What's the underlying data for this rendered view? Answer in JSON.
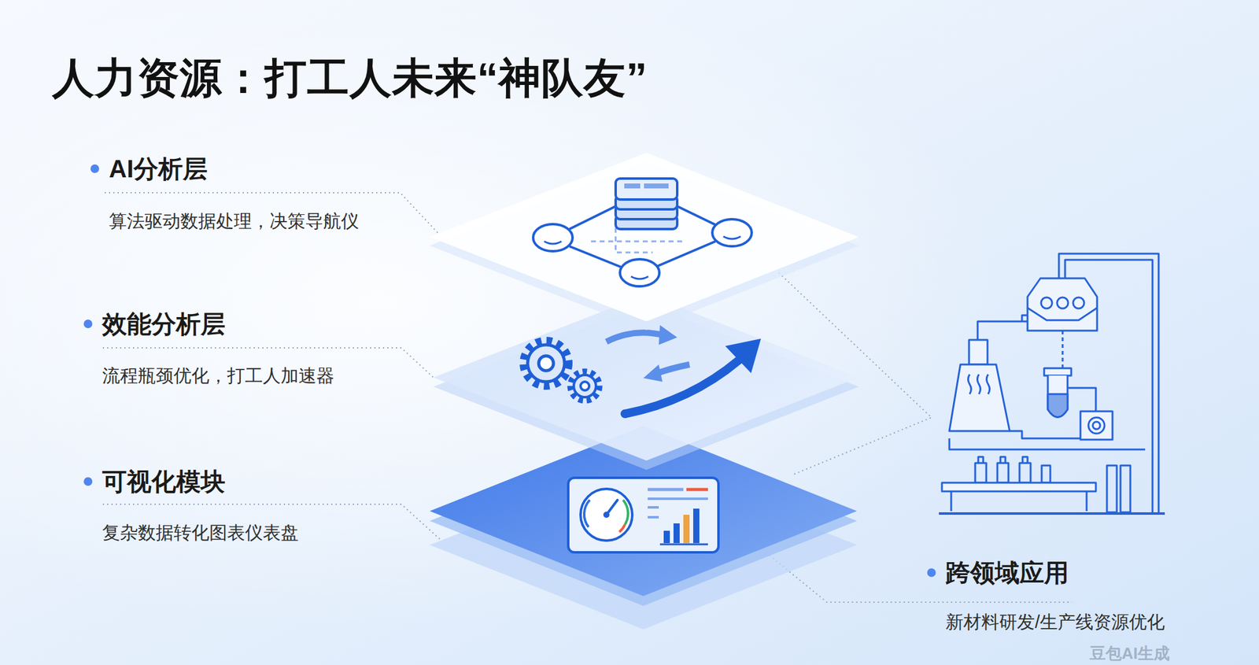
{
  "diagram": {
    "title": "人力资源：打工人未来“神队友”",
    "nodes": [
      {
        "text": [
          "AI分析层",
          "算法驱动数据处理，决策导航仪"
        ]
      },
      {
        "text": [
          "效能分析层",
          "流程瓶颈优化，打工人加速器"
        ]
      },
      {
        "text": [
          "可视化模块",
          "复杂数据转化图表仪表盘"
        ]
      },
      {
        "text": [
          "跨领域应用",
          "新材料研发/生产线资源优化"
        ]
      }
    ],
    "labels": [
      "豆包AI生成"
    ]
  }
}
